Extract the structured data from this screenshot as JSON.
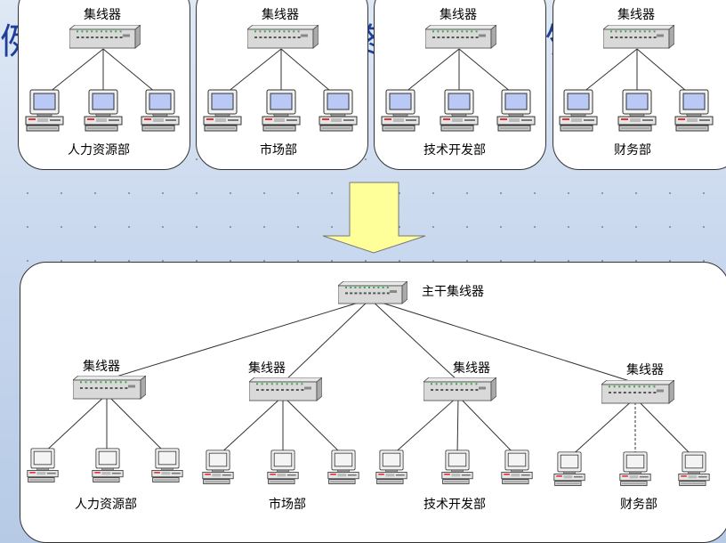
{
  "background": {
    "title_fragments": [
      "例",
      "终",
      "的",
      "部"
    ]
  },
  "top": {
    "departments": [
      {
        "hub_label": "集线器",
        "dept_label": "人力资源部"
      },
      {
        "hub_label": "集线器",
        "dept_label": "市场部"
      },
      {
        "hub_label": "集线器",
        "dept_label": "技术开发部"
      },
      {
        "hub_label": "集线器",
        "dept_label": "财务部"
      }
    ]
  },
  "bottom": {
    "backbone_label": "主干集线器",
    "departments": [
      {
        "hub_label": "集线器",
        "dept_label": "人力资源部"
      },
      {
        "hub_label": "集线器",
        "dept_label": "市场部"
      },
      {
        "hub_label": "集线器",
        "dept_label": "技术开发部"
      },
      {
        "hub_label": "集线器",
        "dept_label": "财务部"
      }
    ]
  },
  "colors": {
    "arrow": "#ffff99",
    "screen": "#b9c8f4",
    "led": "#3aa84a",
    "panel_border": "#333333"
  }
}
